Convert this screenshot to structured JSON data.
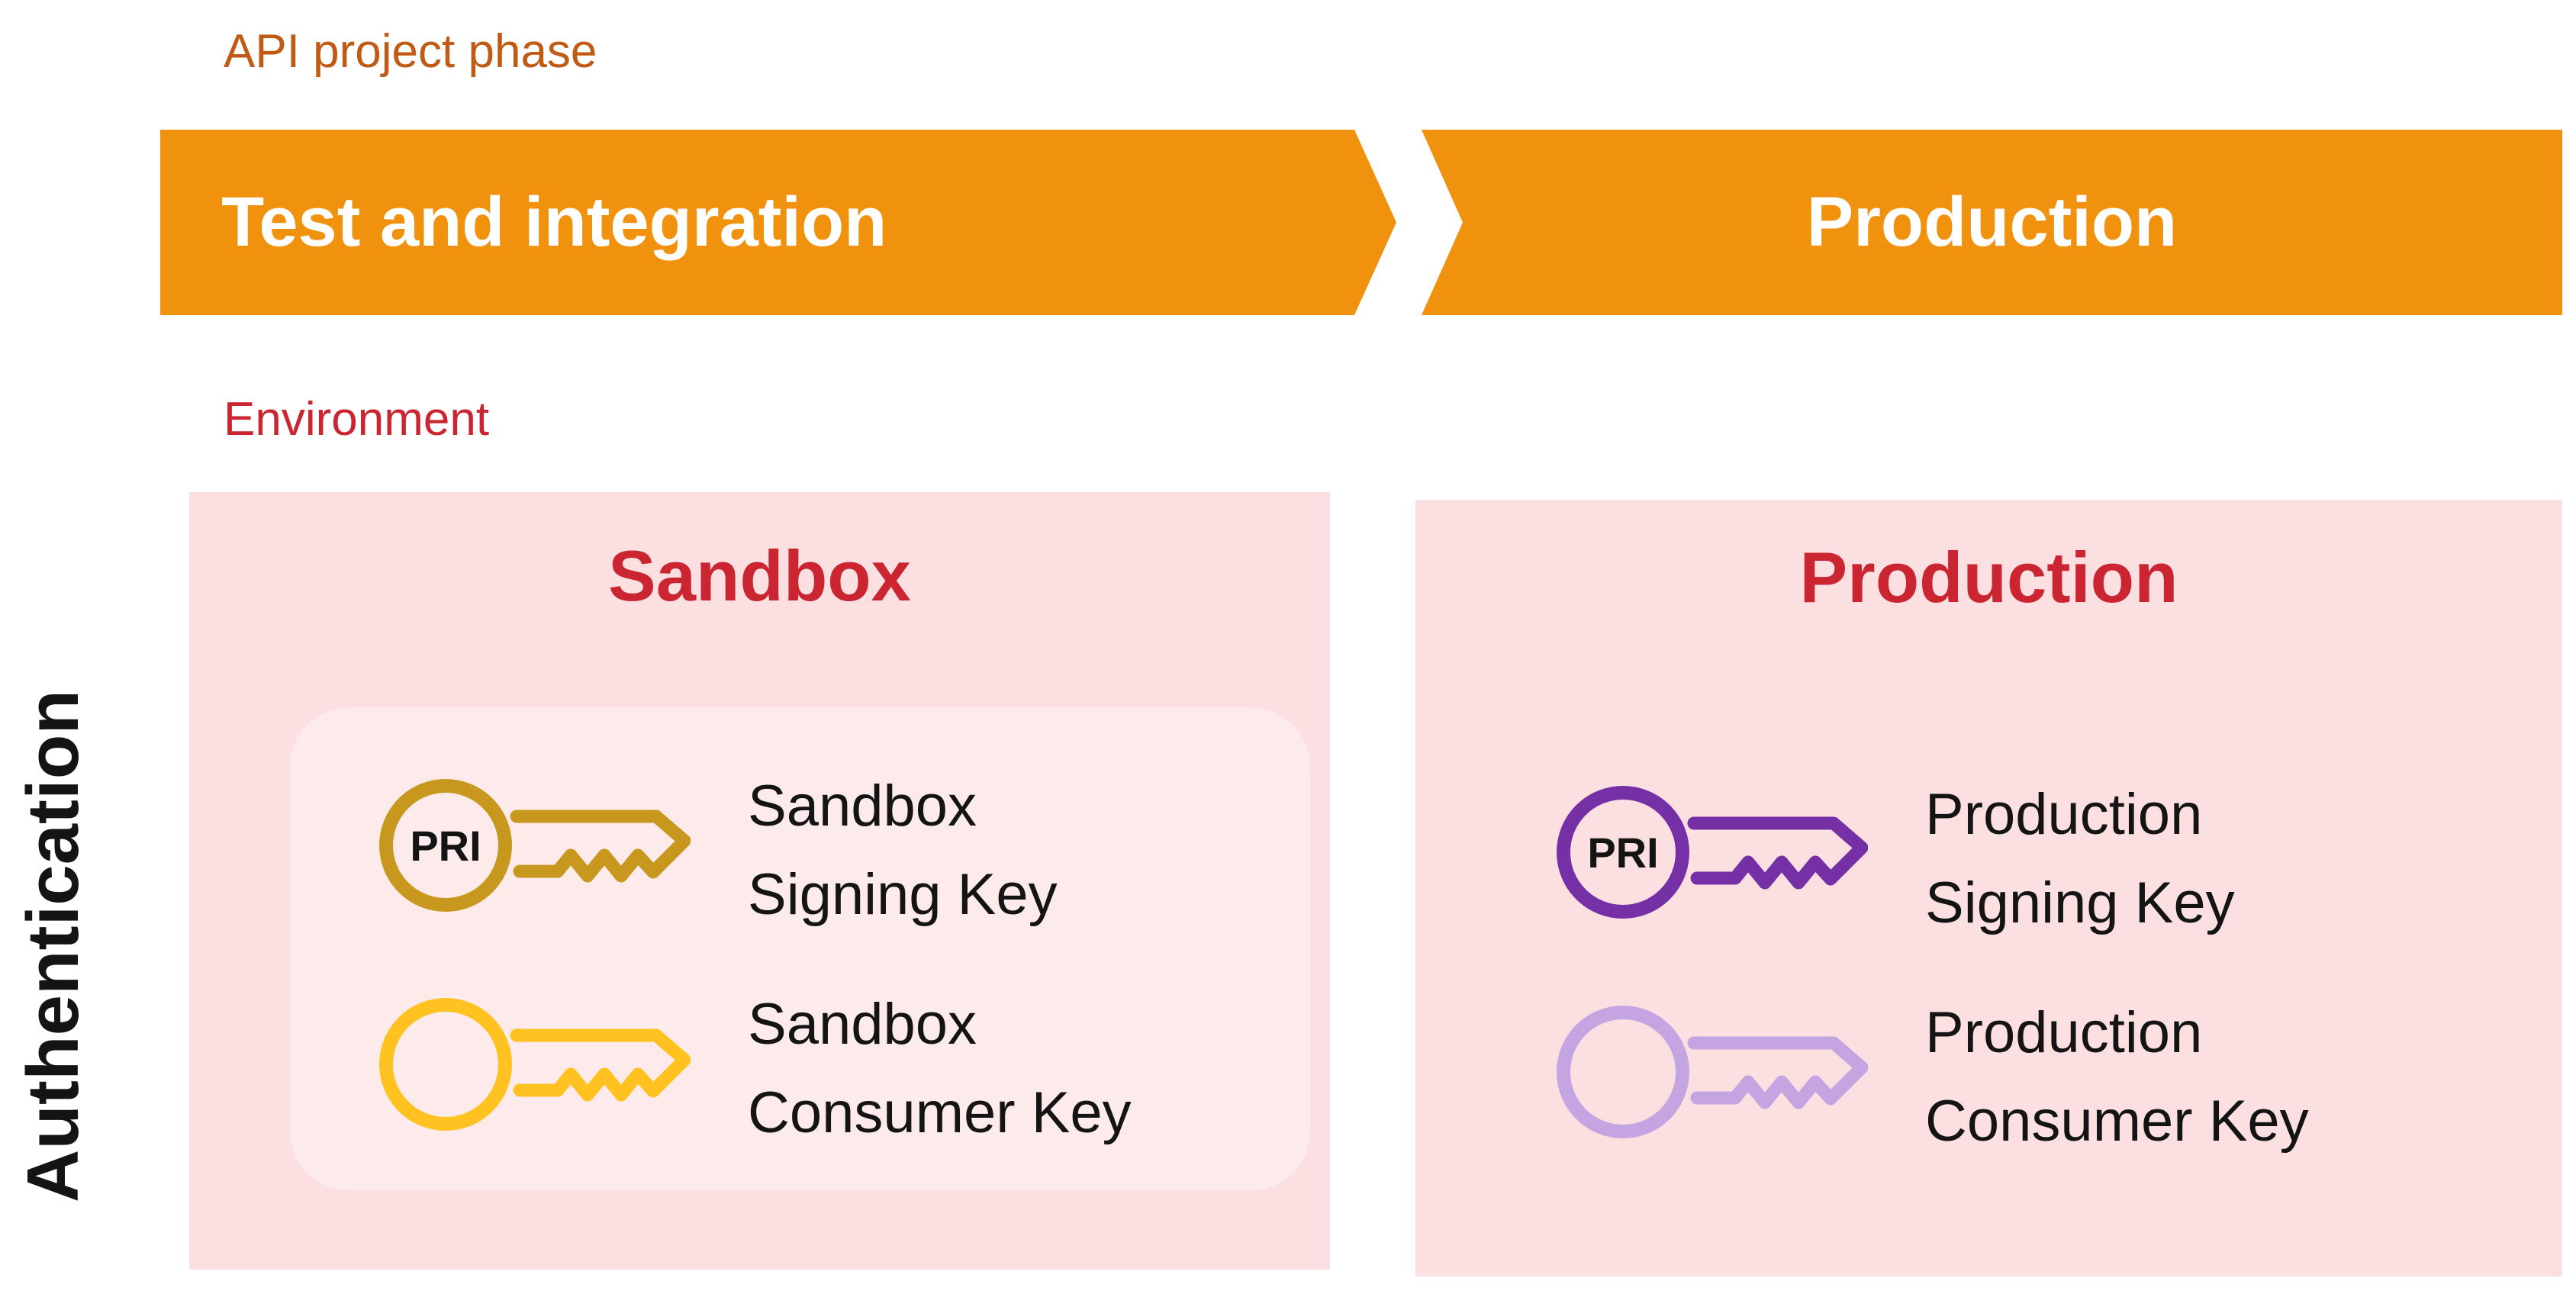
{
  "theme": {
    "orange": "#F0920E",
    "phase_label_color": "#C05A15",
    "red": "#CB2531",
    "pink_outer": "#FBDFE1",
    "pink_inner": "#FDEBEC",
    "key_gold": "#C8981E",
    "key_yellow": "#FFC220",
    "key_purple": "#7630A5",
    "key_lavender": "#C5A5E1",
    "banner_text_color": "#FFFFFF",
    "body_text_color": "#141414"
  },
  "phase": {
    "label": "API project phase",
    "stages": [
      {
        "label": "Test and integration"
      },
      {
        "label": "Production"
      }
    ]
  },
  "environment": {
    "label": "Environment",
    "axis_label": "Authentication",
    "boxes": [
      {
        "title": "Sandbox",
        "keys": [
          {
            "badge": "PRI",
            "color": "#C8981E",
            "label_line1": "Sandbox",
            "label_line2": "Signing Key"
          },
          {
            "badge": "",
            "color": "#FFC220",
            "label_line1": "Sandbox",
            "label_line2": "Consumer Key"
          }
        ]
      },
      {
        "title": "Production",
        "keys": [
          {
            "badge": "PRI",
            "color": "#7630A5",
            "label_line1": "Production",
            "label_line2": "Signing Key"
          },
          {
            "badge": "",
            "color": "#C5A5E1",
            "label_line1": "Production",
            "label_line2": "Consumer Key"
          }
        ]
      }
    ]
  }
}
